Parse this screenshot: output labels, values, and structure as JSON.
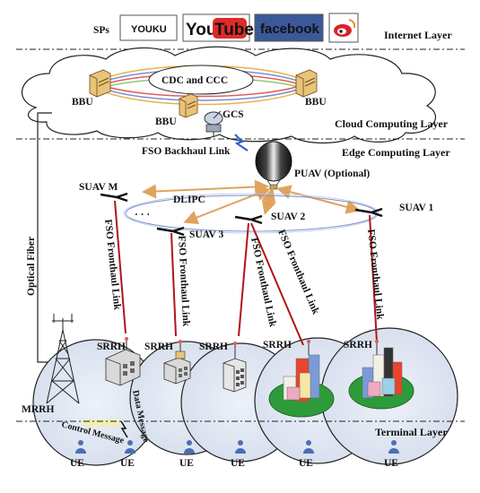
{
  "service_providers": {
    "label": "SPs",
    "youku": "YOUKU",
    "youtube_you": "You",
    "youtube_tube": "Tube",
    "facebook": "facebook"
  },
  "layers": {
    "internet": "Internet Layer",
    "cloud": "Cloud Computing Layer",
    "edge": "Edge Computing Layer",
    "terminal": "Terminal Layer"
  },
  "cloud": {
    "center": "CDC and CCC",
    "bbu_left": "BBU",
    "bbu_right": "BBU",
    "bbu_bottom": "BBU",
    "gcs": "GCS"
  },
  "links": {
    "fso_backhaul": "FSO Backhaul Link",
    "optical_fiber": "Optical Fiber",
    "dlipc": "DLIPC",
    "fso_fronthaul": "FSO Fronthaul Link"
  },
  "uavs": {
    "puav": "PUAV (Optional)",
    "suav_m": "SUAV M",
    "suav_3": "SUAV 3",
    "suav_2": "SUAV 2",
    "suav_1": "SUAV 1"
  },
  "terminal": {
    "srrh": "SRRH",
    "mrrh": "MRRH",
    "ue": "UE",
    "control_message": "Control Message",
    "data_message": "Data Message"
  },
  "colors": {
    "fronthaul": "#b0151a",
    "dlipc_arrow": "#e0a25c",
    "cloud_ring": "#7a8fd0",
    "cell_fill": "#e2e8f3",
    "youtube_red": "#e02a26",
    "facebook_blue": "#3b5998",
    "weibo_red": "#d8232a"
  }
}
